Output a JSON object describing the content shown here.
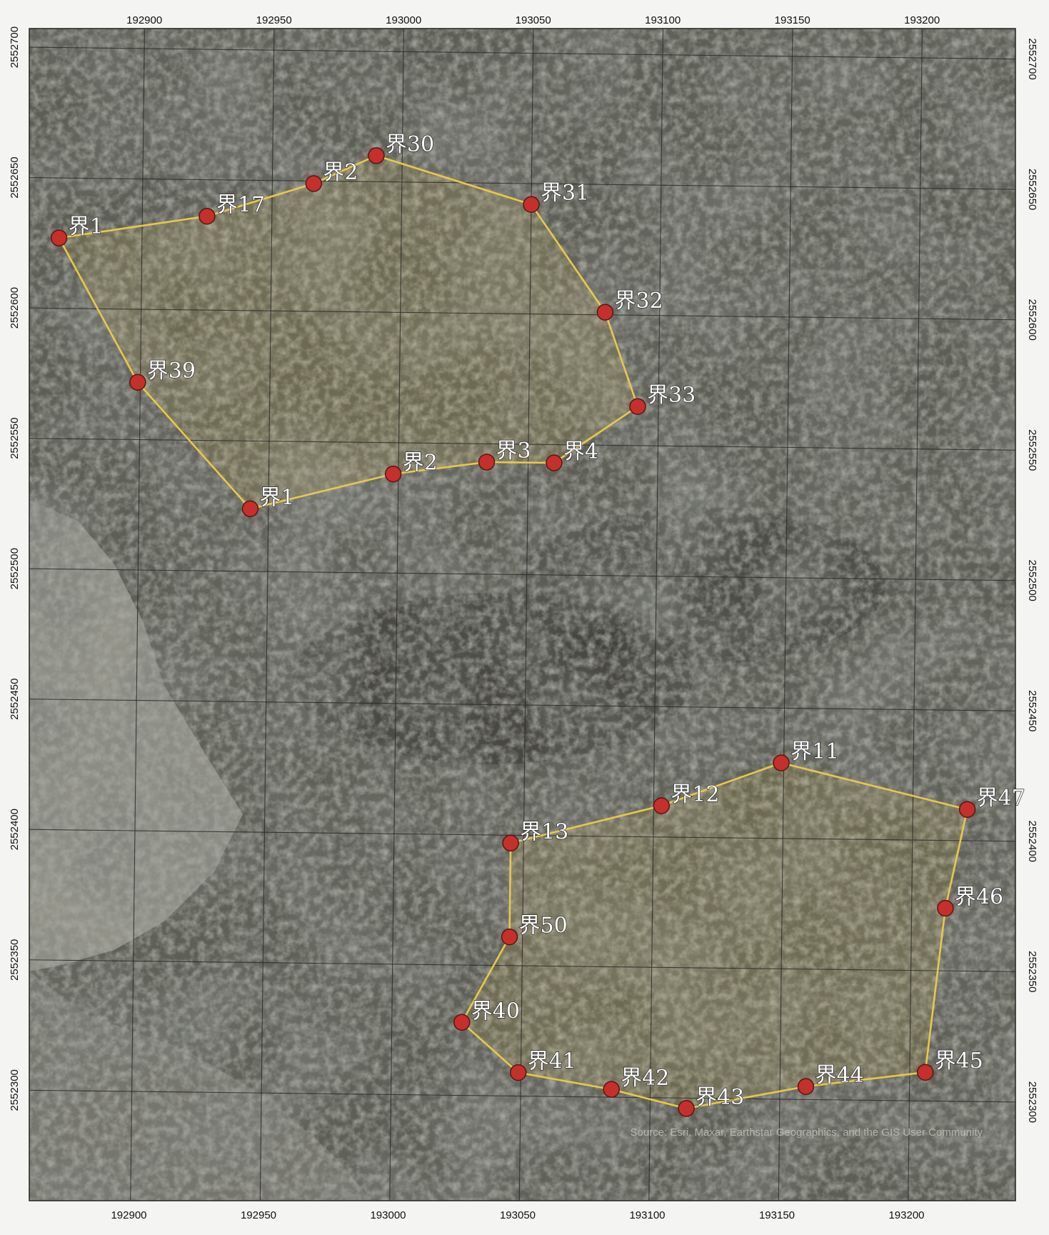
{
  "map": {
    "attribution": "Source: Esri, Maxar, Earthstar Geographics, and the GIS User Community",
    "colors": {
      "boundary": "#e8c84a",
      "vertex_fill": "#c4302b",
      "vertex_stroke": "#5a1512",
      "grid": "#2b2b2b",
      "imagery_base": "#575850"
    },
    "coordinate_grid": {
      "x_ticks": [
        "192900",
        "192950",
        "193000",
        "193050",
        "193100",
        "193150",
        "193200"
      ],
      "y_ticks": [
        "2552700",
        "2552650",
        "2552600",
        "2552550",
        "2552500",
        "2552450",
        "2552400",
        "2552350",
        "2552300"
      ]
    },
    "parcels": [
      {
        "id": "north-parcel",
        "points": [
          {
            "label": "界1",
            "x": 192868,
            "y": 2552627
          },
          {
            "label": "界17",
            "x": 192925,
            "y": 2552636
          },
          {
            "label": "界2",
            "x": 192966,
            "y": 2552649
          },
          {
            "label": "界30",
            "x": 192990,
            "y": 2552660
          },
          {
            "label": "界31",
            "x": 193050,
            "y": 2552642
          },
          {
            "label": "界32",
            "x": 193079,
            "y": 2552601
          },
          {
            "label": "界33",
            "x": 193092,
            "y": 2552565
          },
          {
            "label": "界4",
            "x": 193060,
            "y": 2552543
          },
          {
            "label": "界3",
            "x": 193034,
            "y": 2552543
          },
          {
            "label": "界2",
            "x": 192998,
            "y": 2552538
          },
          {
            "label": "界1",
            "x": 192943,
            "y": 2552524
          },
          {
            "label": "界39",
            "x": 192899,
            "y": 2552572
          }
        ]
      },
      {
        "id": "south-parcel",
        "points": [
          {
            "label": "界13",
            "x": 193045,
            "y": 2552397
          },
          {
            "label": "界12",
            "x": 193103,
            "y": 2552412
          },
          {
            "label": "界11",
            "x": 193149,
            "y": 2552429
          },
          {
            "label": "界47",
            "x": 193221,
            "y": 2552412
          },
          {
            "label": "界46",
            "x": 193213,
            "y": 2552374
          },
          {
            "label": "界45",
            "x": 193206,
            "y": 2552311
          },
          {
            "label": "界44",
            "x": 193160,
            "y": 2552305
          },
          {
            "label": "界43",
            "x": 193114,
            "y": 2552296
          },
          {
            "label": "界42",
            "x": 193085,
            "y": 2552303
          },
          {
            "label": "界41",
            "x": 193049,
            "y": 2552309
          },
          {
            "label": "界40",
            "x": 193027,
            "y": 2552328
          },
          {
            "label": "界50",
            "x": 193045,
            "y": 2552361
          }
        ]
      }
    ]
  }
}
